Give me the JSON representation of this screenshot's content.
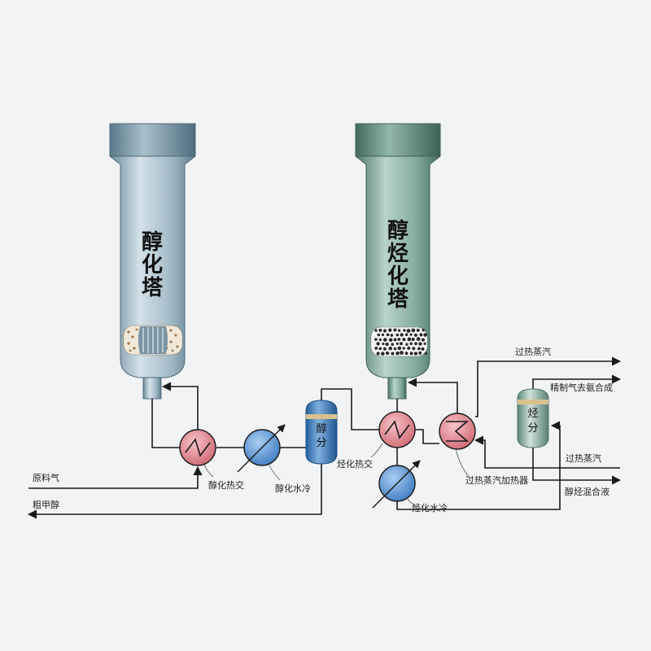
{
  "towers": {
    "left": {
      "chars": [
        "醇",
        "化",
        "塔"
      ]
    },
    "right": {
      "chars": [
        "醇",
        "烃",
        "化",
        "塔"
      ]
    }
  },
  "vessels": {
    "alcohol_sep": {
      "chars": [
        "醇",
        "分"
      ]
    },
    "hydrocarbon_sep": {
      "chars": [
        "烃",
        "分"
      ]
    }
  },
  "labels": {
    "alc_heat_exchange": "醇化热交",
    "alc_water_cooler": "醇化水冷",
    "hc_heat_exchange": "烃化热交",
    "hc_water_cooler": "烃化水冷",
    "superheated_steam_heater": "过热蒸汽加热器",
    "feed_gas": "原料气",
    "crude_methanol": "粗甲醇",
    "superheated_steam_out": "过热蒸汽",
    "refined_gas": "精制气去氨合成",
    "superheated_steam_in": "过热蒸汽",
    "alc_hc_mixture": "醇烃混合液"
  },
  "colors": {
    "left_tower": "#9fb6c2",
    "right_tower": "#7fa89a",
    "heat_exchanger": "#e0868e",
    "water_cooler": "#5e95d2",
    "alcohol_separator": "#3f82c6",
    "hydrocarbon_separator": "#8fb3a6",
    "band": "#d8c28e"
  }
}
